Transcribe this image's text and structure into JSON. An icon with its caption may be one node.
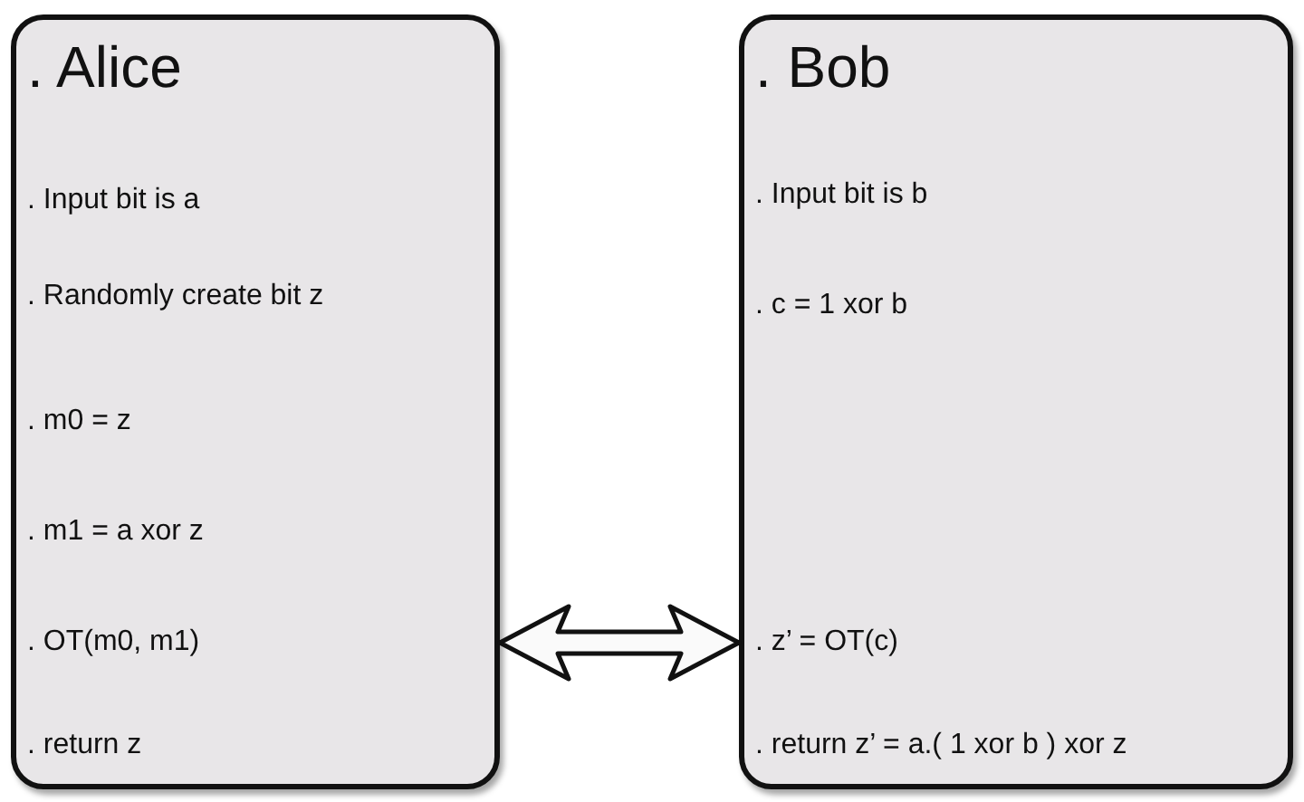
{
  "diagram": {
    "nodes": [
      {
        "text": [
          ". Alice",
          ". Input bit is a",
          ". Randomly create bit z",
          ". m0 = z",
          ". m1 = a xor z",
          ". OT(m0, m1)",
          ". return z"
        ]
      },
      {
        "text": [
          ". Bob",
          ". Input bit is b",
          ". c = 1 xor b",
          ". z’ = OT(c)",
          ". return z’ = a.( 1 xor b ) xor z"
        ]
      }
    ],
    "edges": [
      {
        "from": 0,
        "to": 1,
        "arrow": "both"
      }
    ]
  }
}
